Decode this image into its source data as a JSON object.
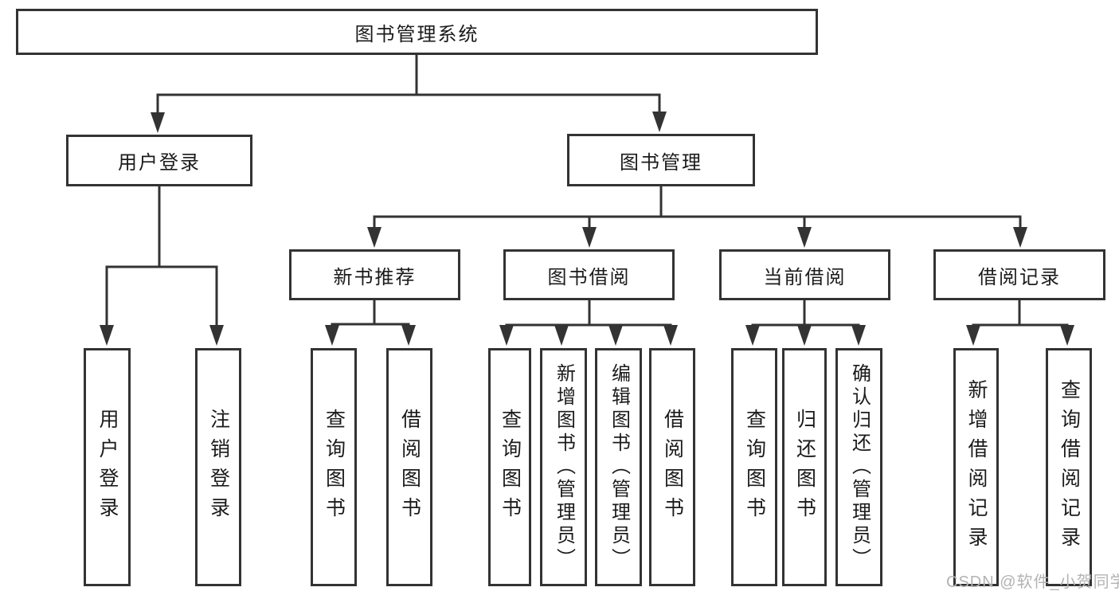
{
  "diagram": {
    "root": "图书管理系统",
    "user_login": {
      "label": "用户登录",
      "children": [
        "用户登录",
        "注销登录"
      ]
    },
    "book_mgmt": {
      "label": "图书管理",
      "groups": [
        {
          "label": "新书推荐",
          "children": [
            "查询图书",
            "借阅图书"
          ]
        },
        {
          "label": "图书借阅",
          "children": [
            "查询图书",
            "新增图书（管理员）",
            "编辑图书（管理员）",
            "借阅图书"
          ]
        },
        {
          "label": "当前借阅",
          "children": [
            "查询图书",
            "归还图书",
            "确认归还（管理员）"
          ]
        },
        {
          "label": "借阅记录",
          "children": [
            "新增借阅记录",
            "查询借阅记录"
          ]
        }
      ]
    }
  },
  "watermark": "CSDN @软件_小贺同学",
  "colors": {
    "line": "#333333",
    "text": "#1b1b1b",
    "watermark": "#b3b3b3",
    "background": "#ffffff"
  }
}
